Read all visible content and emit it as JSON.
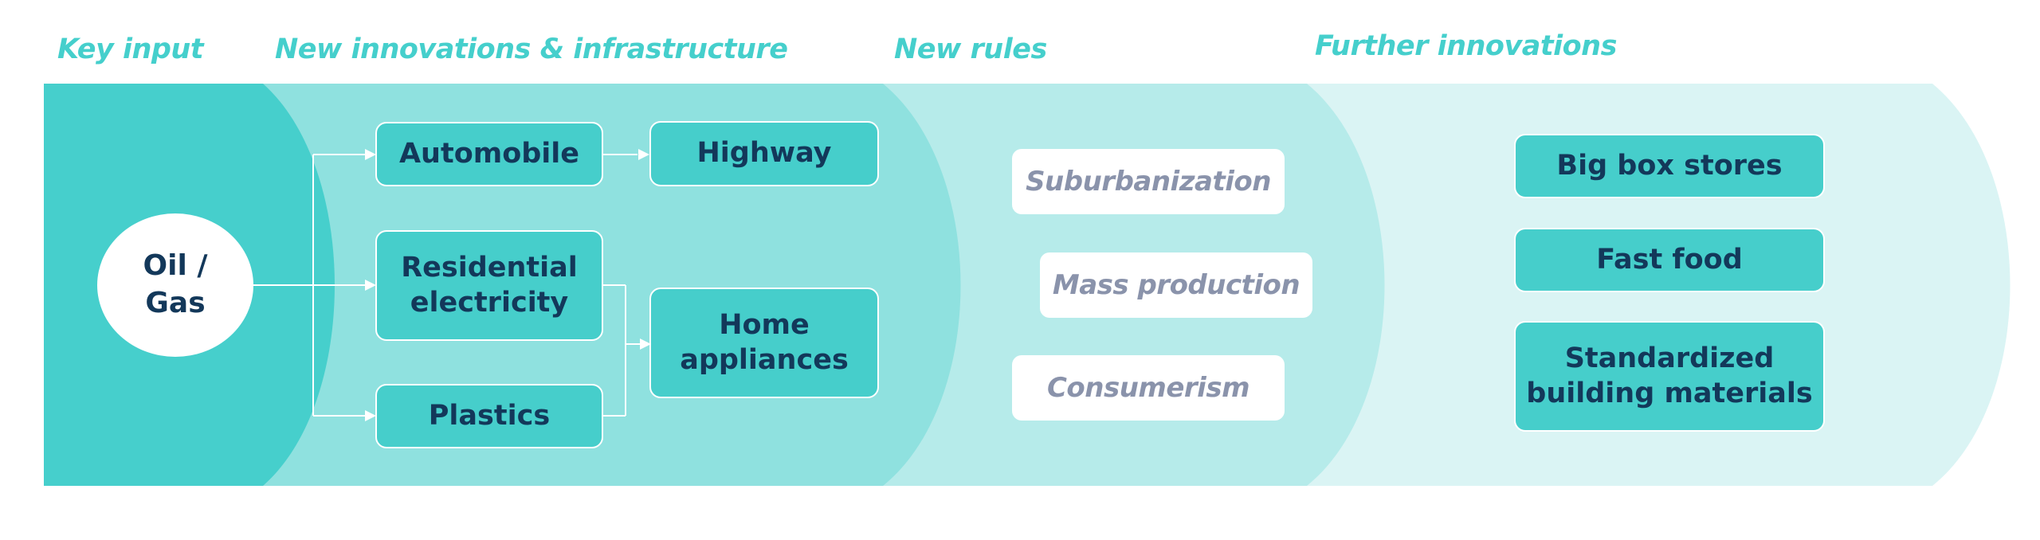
{
  "sections": {
    "key_input": "Key input",
    "new_innovations": "New innovations & infrastructure",
    "new_rules": "New rules",
    "further_innovations": "Further innovations"
  },
  "key_input_node": {
    "line1": "Oil /",
    "line2": "Gas"
  },
  "innovations": {
    "automobile": "Automobile",
    "highway": "Highway",
    "residential_line1": "Residential",
    "residential_line2": "electricity",
    "plastics": "Plastics",
    "home_line1": "Home",
    "home_line2": "appliances"
  },
  "rules": {
    "suburbanization": "Suburbanization",
    "mass_production": "Mass production",
    "consumerism": "Consumerism"
  },
  "further": {
    "big_box": "Big box stores",
    "fast_food": "Fast food",
    "standardized_line1": "Standardized",
    "standardized_line2": "building materials"
  },
  "colors": {
    "band_key_input": "#46cfcc",
    "band_innovations": "#8fe1df",
    "band_rules": "#b6ebea",
    "band_further": "#daf4f4",
    "box_fill": "#46cecb",
    "text_dark": "#13385a",
    "text_rules": "#8a93ab",
    "section_label": "#45cfcc"
  }
}
